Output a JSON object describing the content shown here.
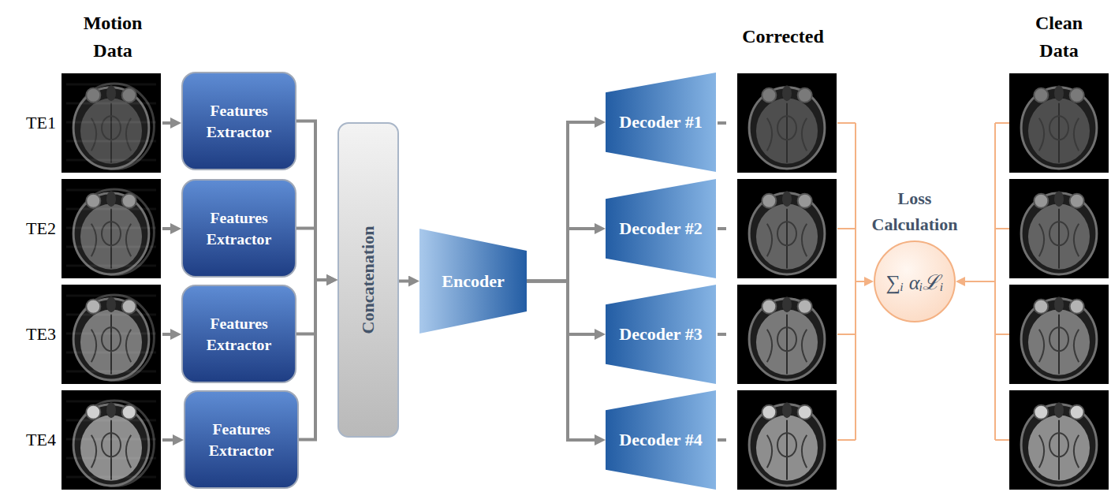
{
  "diagram": {
    "nodes": [
      {
        "text": [
          "Features Extractor"
        ]
      },
      {
        "text": [
          "Features Extractor"
        ]
      },
      {
        "text": [
          "Features Extractor"
        ]
      },
      {
        "text": [
          "Features Extractor"
        ]
      },
      {
        "text": [
          "Concatenation"
        ]
      },
      {
        "text": [
          "Encoder"
        ]
      },
      {
        "text": [
          "Decoder #1"
        ]
      },
      {
        "text": [
          "Decoder #2"
        ]
      },
      {
        "text": [
          "Decoder #3"
        ]
      },
      {
        "text": [
          "Decoder #4"
        ]
      },
      {
        "text": [
          "Loss Calculation",
          "∑ᵢ αᵢℒᵢ"
        ]
      }
    ],
    "edges": [
      {
        "from": 0,
        "to": 4,
        "arrow": "to"
      },
      {
        "from": 1,
        "to": 4,
        "arrow": "to"
      },
      {
        "from": 2,
        "to": 4,
        "arrow": "to"
      },
      {
        "from": 3,
        "to": 4,
        "arrow": "to"
      },
      {
        "from": 4,
        "to": 5,
        "arrow": "to"
      },
      {
        "from": 5,
        "to": 6,
        "arrow": "to"
      },
      {
        "from": 5,
        "to": 7,
        "arrow": "to"
      },
      {
        "from": 5,
        "to": 8,
        "arrow": "to"
      },
      {
        "from": 5,
        "to": 9,
        "arrow": "to"
      }
    ],
    "labels": [
      "Motion Data",
      "TE1",
      "TE2",
      "TE3",
      "TE4",
      "Corrected",
      "Clean Data"
    ]
  }
}
